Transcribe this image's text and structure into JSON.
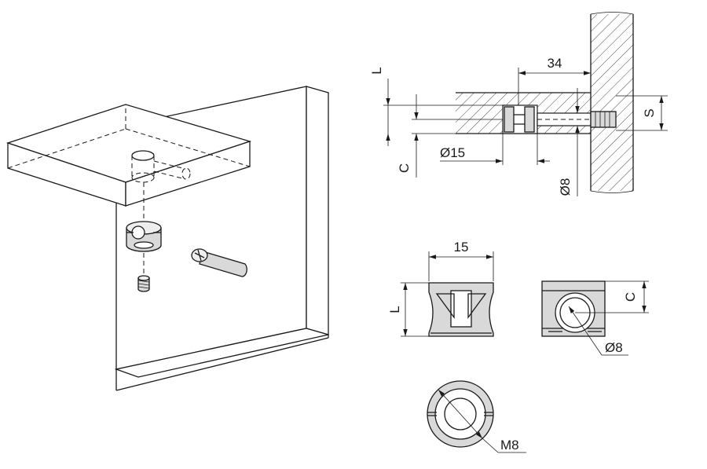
{
  "dimensions": {
    "L": "L",
    "C": "C",
    "S": "S",
    "len_34": "34",
    "dia_15": "Ø15",
    "dia_8": "Ø8",
    "width_15": "15",
    "dia_8_front": "Ø8",
    "thread_m8": "M8"
  },
  "colors": {
    "line": "#1a1a1a",
    "part_fill": "#d9d9d9",
    "background": "#ffffff"
  }
}
